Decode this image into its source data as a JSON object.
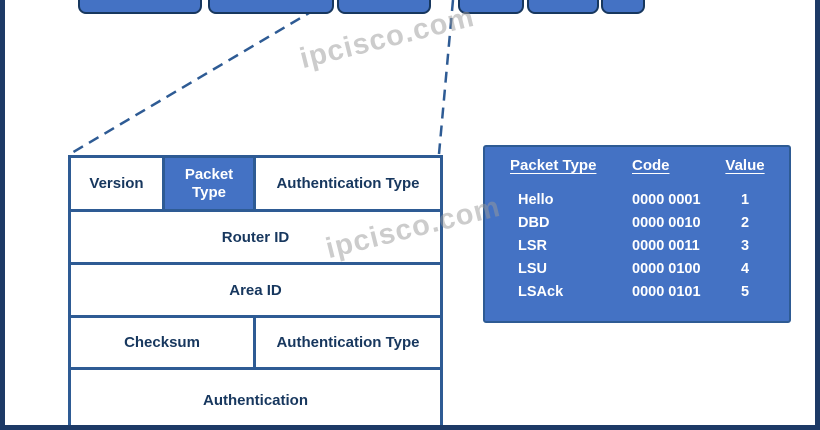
{
  "watermark": {
    "text": "ipcisco.com"
  },
  "ospf_header": {
    "row1": {
      "version": "Version",
      "packet_type": "Packet Type",
      "auth_type": "Authentication Type"
    },
    "row2": {
      "router_id": "Router ID"
    },
    "row3": {
      "area_id": "Area ID"
    },
    "row4": {
      "checksum": "Checksum",
      "auth_type": "Authentication Type"
    },
    "row5": {
      "authentication": "Authentication"
    }
  },
  "packet_type_table": {
    "headers": {
      "type": "Packet Type",
      "code": "Code",
      "value": "Value"
    },
    "rows": [
      {
        "type": "Hello",
        "code": "0000 0001",
        "value": "1"
      },
      {
        "type": "DBD",
        "code": "0000 0010",
        "value": "2"
      },
      {
        "type": "LSR",
        "code": "0000 0011",
        "value": "3"
      },
      {
        "type": "LSU",
        "code": "0000 0100",
        "value": "4"
      },
      {
        "type": "LSAck",
        "code": "0000 0101",
        "value": "5"
      }
    ]
  },
  "colors": {
    "accent": "#4472C4",
    "frame": "#1D3A66",
    "cell_border": "#2E5B94",
    "text": "#17375E",
    "watermark": "#9A9A9A"
  }
}
